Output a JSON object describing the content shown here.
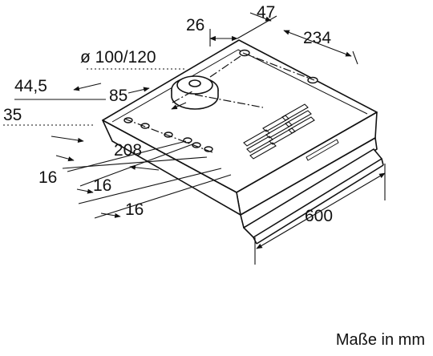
{
  "dimensions": {
    "d26": "26",
    "d47": "47",
    "d234": "234",
    "d_duct": "ø 100/120",
    "d44_5": "44,5",
    "d85": "85",
    "d35": "35",
    "d208": "208",
    "d16_a": "16",
    "d16_b": "16",
    "d16_c": "16",
    "d600": "600"
  },
  "caption": "Maße in mm"
}
